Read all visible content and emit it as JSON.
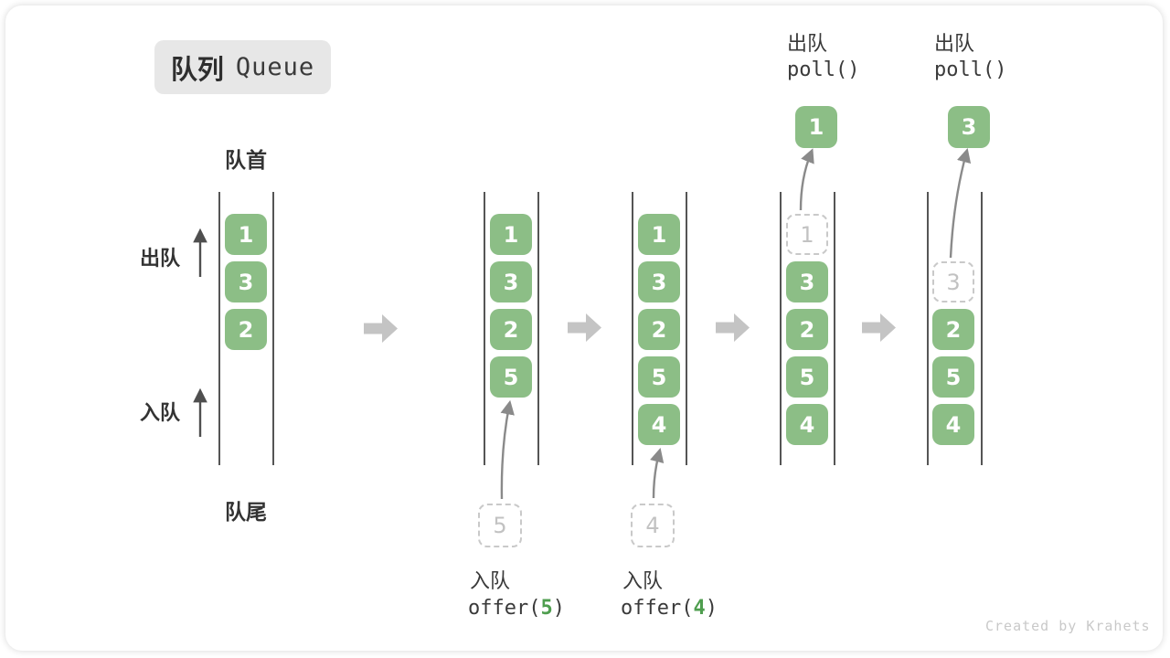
{
  "title": {
    "zh": "队列",
    "en": "Queue"
  },
  "labels": {
    "front": "队首",
    "rear": "队尾",
    "dequeue_side": "出队",
    "enqueue_side": "入队"
  },
  "states": [
    {
      "cells": [
        {
          "v": "1"
        },
        {
          "v": "3"
        },
        {
          "v": "2"
        }
      ]
    },
    {
      "cells": [
        {
          "v": "1"
        },
        {
          "v": "3"
        },
        {
          "v": "2"
        },
        {
          "v": "5"
        }
      ],
      "enqueue": {
        "pending": "5",
        "label": "入队",
        "fn_open": "offer(",
        "arg": "5",
        "fn_close": ")"
      }
    },
    {
      "cells": [
        {
          "v": "1"
        },
        {
          "v": "3"
        },
        {
          "v": "2"
        },
        {
          "v": "5"
        },
        {
          "v": "4"
        }
      ],
      "enqueue": {
        "pending": "4",
        "label": "入队",
        "fn_open": "offer(",
        "arg": "4",
        "fn_close": ")"
      }
    },
    {
      "cells": [
        {
          "v": "1",
          "removed": true
        },
        {
          "v": "3"
        },
        {
          "v": "2"
        },
        {
          "v": "5"
        },
        {
          "v": "4"
        }
      ],
      "dequeue": {
        "label": "出队",
        "fn": "poll()",
        "result": "1"
      }
    },
    {
      "cells": [
        {
          "v": "3",
          "removed": true
        },
        {
          "v": "2"
        },
        {
          "v": "5"
        },
        {
          "v": "4"
        }
      ],
      "dequeue": {
        "label": "出队",
        "fn": "poll()",
        "result": "3"
      }
    }
  ],
  "watermark": "Created by Krahets",
  "colors": {
    "cell_green": "#8CBE86",
    "code_arg_green": "#4F9E4F",
    "dashed_gray": "#c9c9c9",
    "thin_arrow_gray": "#8a8a8a",
    "up_arrow_dark": "#4f4f4f",
    "block_arrow_gray": "#c4c4c4",
    "text_dark": "#3a3a3a"
  }
}
